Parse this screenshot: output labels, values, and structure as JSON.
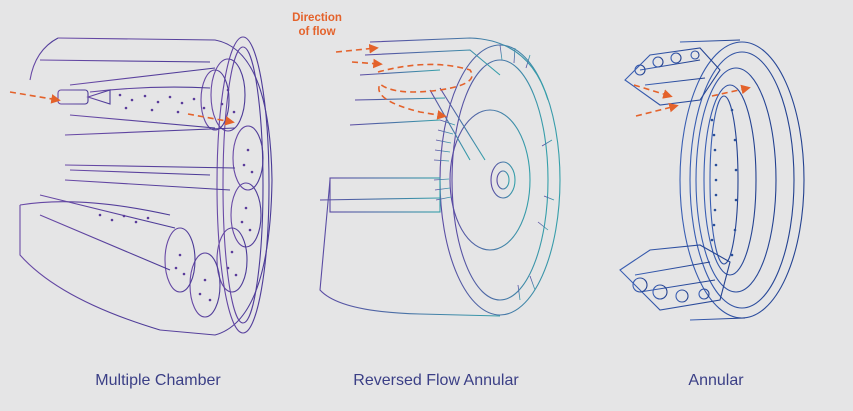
{
  "flow_label": {
    "line1": "Direction",
    "line2": "of flow"
  },
  "captions": {
    "multiple_chamber": "Multiple Chamber",
    "reversed_flow": "Reversed Flow Annular",
    "annular": "Annular"
  },
  "colors": {
    "background": "#e5e5e6",
    "arrow": "#e4622b",
    "caption": "#3b3f86",
    "line_purple": "#5a3b9a",
    "line_teal": "#3a8fa3",
    "line_blue": "#2a4f9a"
  },
  "icons": {
    "flow_arrow": "dashed-arrow-icon"
  }
}
